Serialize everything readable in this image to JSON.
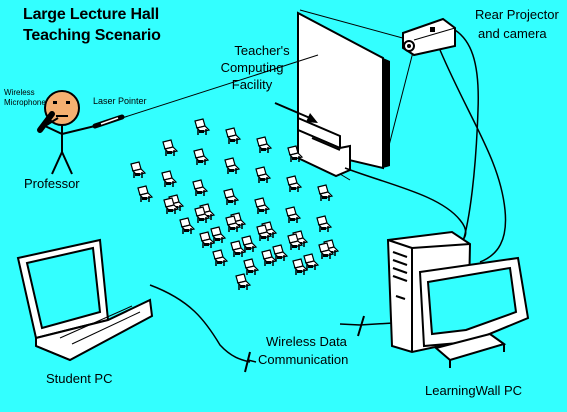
{
  "title_line1": "Large Lecture Hall",
  "title_line2": "Teaching Scenario",
  "labels": {
    "wireless_microphone_line1": "Wireless",
    "wireless_microphone_line2": "Microphone",
    "laser_pointer": "Laser Pointer",
    "professor": "Professor",
    "teachers_facility_line1": "Teacher's",
    "teachers_facility_line2": "Computing",
    "teachers_facility_line3": "Facility",
    "rear_projector_line1": "Rear Projector",
    "rear_projector_line2": "and camera",
    "wireless_data_line1": "Wireless Data",
    "wireless_data_line2": "Communication",
    "student_pc": "Student PC",
    "learningwall_pc": "LearningWall PC"
  },
  "colors": {
    "background": "#33ffff",
    "face": "#f5b070",
    "ink": "#000000",
    "white": "#ffffff"
  },
  "icons": [
    "microphone-icon",
    "laser-pointer-icon",
    "projector-camera-icon",
    "laptop-icon",
    "desktop-pc-icon",
    "student-desk-icon"
  ]
}
